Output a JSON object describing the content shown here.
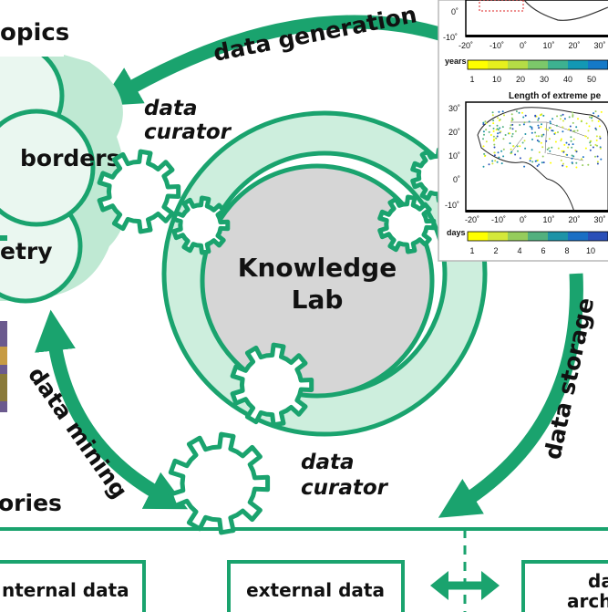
{
  "colors": {
    "green": "#1aa36e",
    "green_light": "#cdeedd",
    "green_pale": "#e4f6ec",
    "gray": "#d6d6d6",
    "dark": "#111111"
  },
  "center": {
    "line1": "Knowledge",
    "line2": "Lab"
  },
  "flows": {
    "top": "data generation",
    "left": "data mining",
    "right": "data storage"
  },
  "curators": {
    "top": {
      "line1": "data",
      "line2": "curator"
    },
    "bottom": {
      "line1": "data",
      "line2": "curator"
    }
  },
  "topics_panel": {
    "title": "opics",
    "item_middle": "borders",
    "item_bottom": "etry"
  },
  "stories_fragment": "ories",
  "boxes": {
    "internal": "nternal data",
    "external": "external data",
    "archive_line1": "da",
    "archive_line2": "archi"
  },
  "icons": [
    "gear-icon",
    "double-arrow-icon"
  ],
  "map_inset": {
    "title": "Length of extreme pe",
    "upper_x_ticks": [
      "-20˚",
      "-10˚",
      "0˚",
      "10˚",
      "20˚",
      "30˚"
    ],
    "upper_y_ticks": [
      "0˚",
      "-10˚"
    ],
    "years_label": "years",
    "years_ticks": [
      "1",
      "10",
      "20",
      "30",
      "40",
      "50"
    ],
    "lower_y_ticks": [
      "30˚",
      "20˚",
      "10˚",
      "0˚",
      "-10˚"
    ],
    "lower_x_ticks": [
      "-20˚",
      "-10˚",
      "0˚",
      "10˚",
      "20˚",
      "30˚"
    ],
    "days_label": "days",
    "days_ticks": [
      "1",
      "2",
      "4",
      "6",
      "8",
      "10"
    ],
    "years_colors": [
      "#ffff00",
      "#e6ef1e",
      "#b5dc46",
      "#7cc86a",
      "#3db190",
      "#1398b4",
      "#1479c8"
    ],
    "days_colors": [
      "#ffff00",
      "#d4e83a",
      "#95cc5c",
      "#52b07e",
      "#1d93a7",
      "#1a6fc4",
      "#2a4fb8"
    ]
  }
}
